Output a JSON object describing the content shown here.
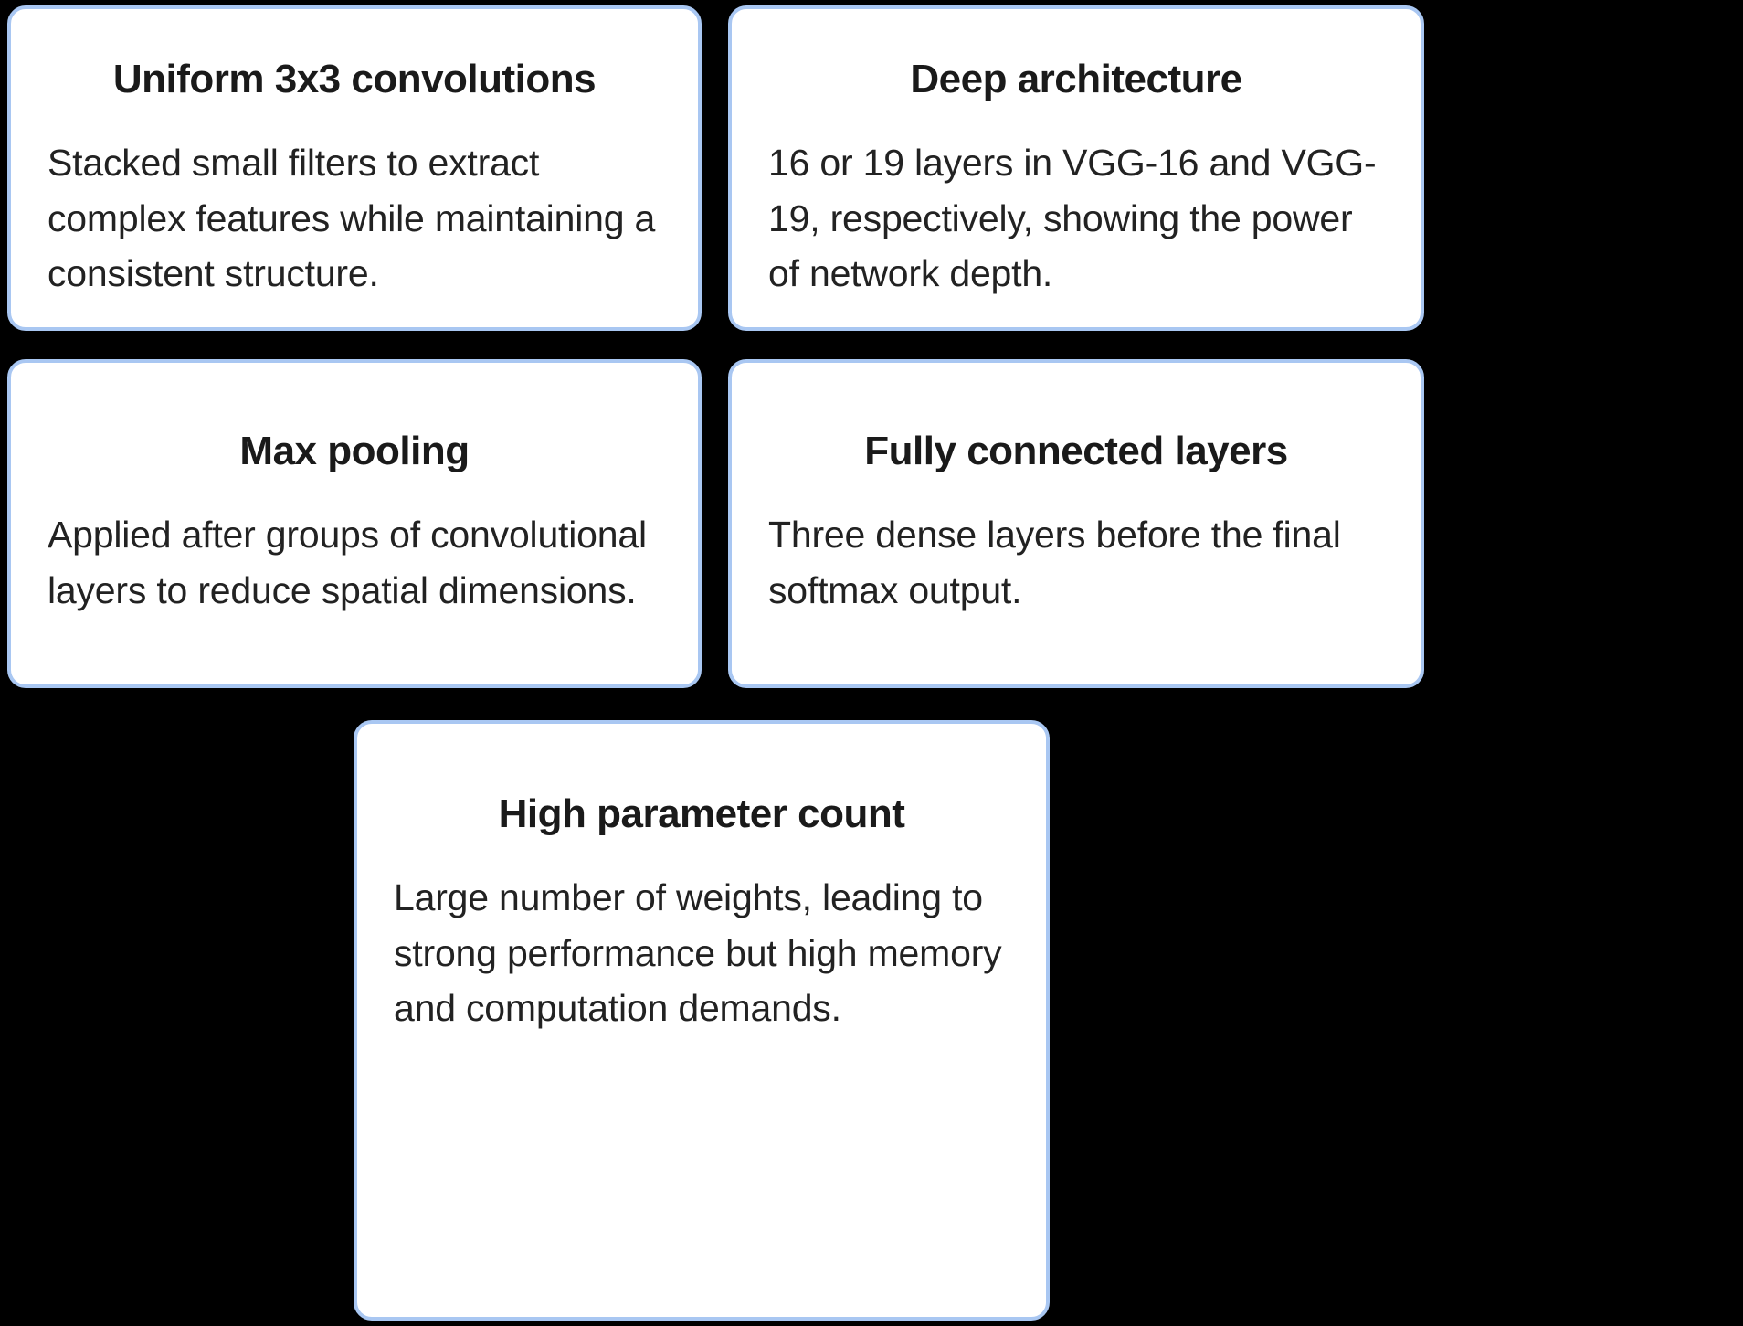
{
  "colors": {
    "page_background": "#000000",
    "card_background": "#ffffff",
    "card_border": "#a9c7f2",
    "title_text": "#1a1a1a",
    "body_text": "#222222"
  },
  "cards": [
    {
      "id": "uniform-3x3-convolutions",
      "title": "Uniform 3x3 convolutions",
      "body": "Stacked small filters to extract complex features while maintaining a consistent structure."
    },
    {
      "id": "deep-architecture",
      "title": "Deep architecture",
      "body": "16 or 19 layers in VGG-16 and VGG-19, respectively, showing the power of network depth."
    },
    {
      "id": "max-pooling",
      "title": "Max pooling",
      "body": "Applied after groups of convolutional layers to reduce spatial dimensions."
    },
    {
      "id": "fully-connected-layers",
      "title": "Fully connected layers",
      "body": "Three dense layers before the final softmax output."
    },
    {
      "id": "high-parameter-count",
      "title": "High parameter count",
      "body": "Large number of weights, leading to strong performance but high memory and computation demands."
    }
  ]
}
